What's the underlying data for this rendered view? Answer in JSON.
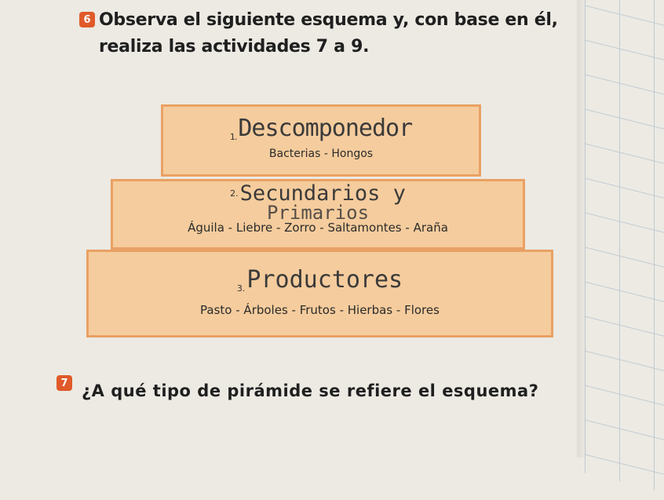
{
  "section6": {
    "badge": "6",
    "heading": "Observa el siguiente esquema y, con base en él, realiza las actividades 7 a 9."
  },
  "pyramid": {
    "tiers": [
      {
        "number": "1.",
        "handwritten": "Descomponedor",
        "handwritten_2": "",
        "species": "Bacterias - Hongos"
      },
      {
        "number": "2.",
        "handwritten": "Secundarios y",
        "handwritten_2": "Primarios",
        "species": "Águila - Liebre - Zorro - Saltamontes - Araña"
      },
      {
        "number": "3.",
        "handwritten": "Productores",
        "handwritten_2": "",
        "species": "Pasto - Árboles - Frutos - Hierbas - Flores"
      }
    ],
    "colors": {
      "fill": "#f5cc9d",
      "border": "#e9a164"
    }
  },
  "question7": {
    "badge": "7",
    "text": "¿A qué tipo de pirámide se refiere el esquema?"
  },
  "accent_color": "#e05a2a"
}
